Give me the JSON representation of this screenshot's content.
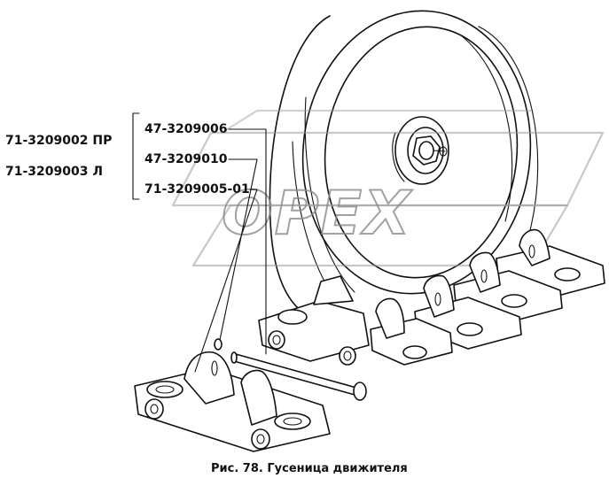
{
  "assembly_labels": {
    "right": "71-3209002 ПР",
    "left": "71-3209003 Л"
  },
  "part_labels": [
    "47-3209006",
    "47-3209010",
    "71-3209005-01"
  ],
  "watermark": "OPEX",
  "caption": "Рис. 78. Гусеница движителя"
}
